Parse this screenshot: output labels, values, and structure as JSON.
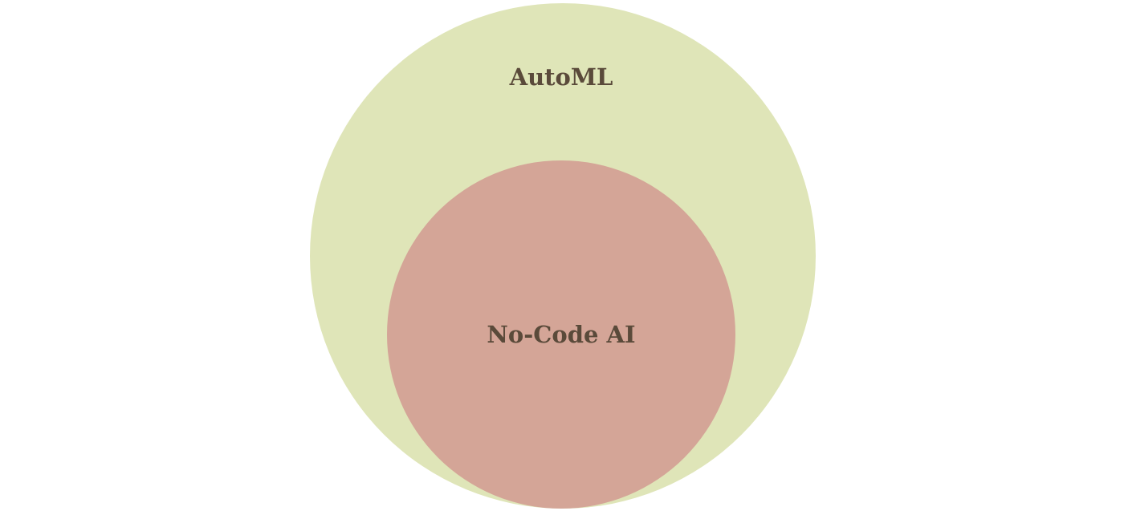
{
  "diagram": {
    "type": "nested-venn",
    "outer": {
      "label": "AutoML",
      "fill": "#dfe5b8",
      "text_color": "#5a4a3a"
    },
    "inner": {
      "label": "No-Code AI",
      "fill": "#d4a597",
      "text_color": "#5a4a3a"
    }
  }
}
